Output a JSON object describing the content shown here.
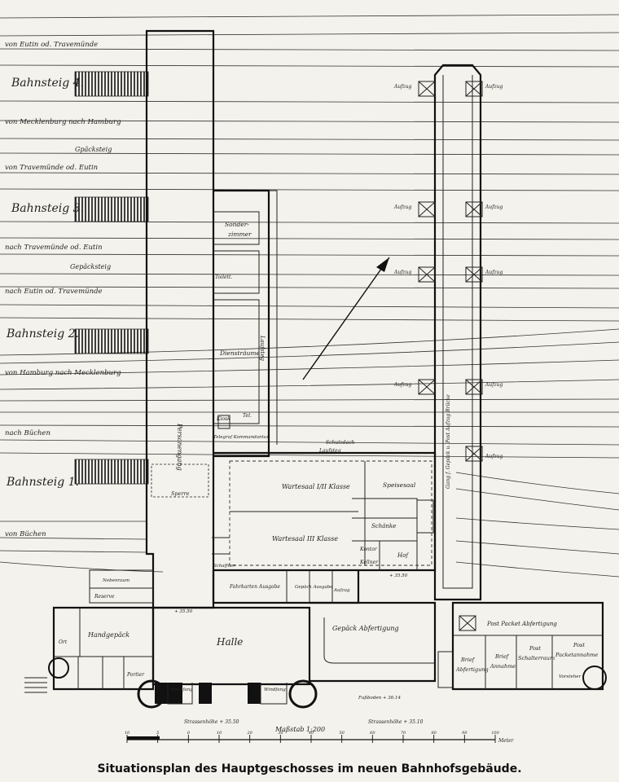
{
  "title": "Situationsplan des Hauptgeschosses im neuen Bahnhofsgebäude.",
  "scale_label": "Maßstab 1:200",
  "scale_ticks": [
    "10",
    "5",
    "0",
    "10",
    "20",
    "30",
    "40",
    "50",
    "60",
    "70",
    "80",
    "90",
    "100"
  ],
  "scale_unit": "Meter",
  "platforms": [
    {
      "label": "Bahnsteig 4."
    },
    {
      "label": "Bahnsteig 3."
    },
    {
      "label": "Bahnsteig 2."
    },
    {
      "label": "Bahnsteig 1."
    }
  ],
  "track_labels": {
    "t1": "von Eutin od. Travemünde",
    "t2": "von Mecklenburg nach Hamburg",
    "t3": "Gpäcksteig",
    "t4": "von Travemünde od. Eutin",
    "t5": "nach Travemünde od. Eutin",
    "t6": "Gepäcksteig",
    "t7": "nach Eutin od. Travemünde",
    "t8": "von Hamburg nach Mecklenburg",
    "t9": "nach Büchen",
    "t10": "von Büchen"
  },
  "rooms": {
    "personengang": "Personengang",
    "sonderzimmer_1": "Sonder-",
    "sonderzimmer_2": "zimmer",
    "toilette": "Toilett.",
    "dienstraeume": "Diensträume",
    "laufsteg": "Laufsteg",
    "kiosk": "Kiosk",
    "tel": "Tel.",
    "telegraf": "Telegraf Kommandantur",
    "sperre": "Sperre",
    "schutzdach_1": "Schutzdach",
    "schutzdach_2": "Laufsteg",
    "wartesaal_12": "Wartesaal I/II Klasse",
    "speisesaal": "Speisesaal",
    "wartesaal_3": "Wartesaal III Klasse",
    "schaenke": "Schänke",
    "kontor": "Kontor",
    "kellner": "Kellner",
    "hof": "Hof",
    "schaffner": "Schaffner",
    "fahrkarten": "Fahrkarten Ausgabe",
    "gepaeck_ausgabe": "Gepäck Ausgabe",
    "aufzug_small": "Aufzug",
    "gepaeck_abfertigung": "Gepäck Abfertigung",
    "post_abfertigung": "Post Packet Abfertigung",
    "halle": "Halle",
    "handgepaeck": "Handgepäck",
    "reserve": "Reserve",
    "nebenraum": "Nebenraum",
    "ort": "Ort",
    "portier": "Portier",
    "windfang_1": "Windfang",
    "windfang_2": "Windfang",
    "brief_abfertigung_1": "Brief",
    "brief_abfertigung_2": "Abfertigung",
    "brief_annahme_1": "Brief",
    "brief_annahme_2": "Annahme",
    "post_schalter_1": "Post",
    "post_schalter_2": "Schalterraum",
    "post_packet_1": "Post",
    "post_packet_2": "Packetannahme",
    "vorsteher": "Vorsteher",
    "corridor_right": "Gang f. Gepäck u. Post Aufzug Brücke"
  },
  "aufzug": "Aufzug",
  "elevations": {
    "e1": "+ 35.50",
    "e2": "+ 35.50",
    "e3": "Fußboden + 36.14",
    "e4": "Strassenhöhe + 35.50",
    "e5": "Strassenhöhe + 35.10"
  }
}
